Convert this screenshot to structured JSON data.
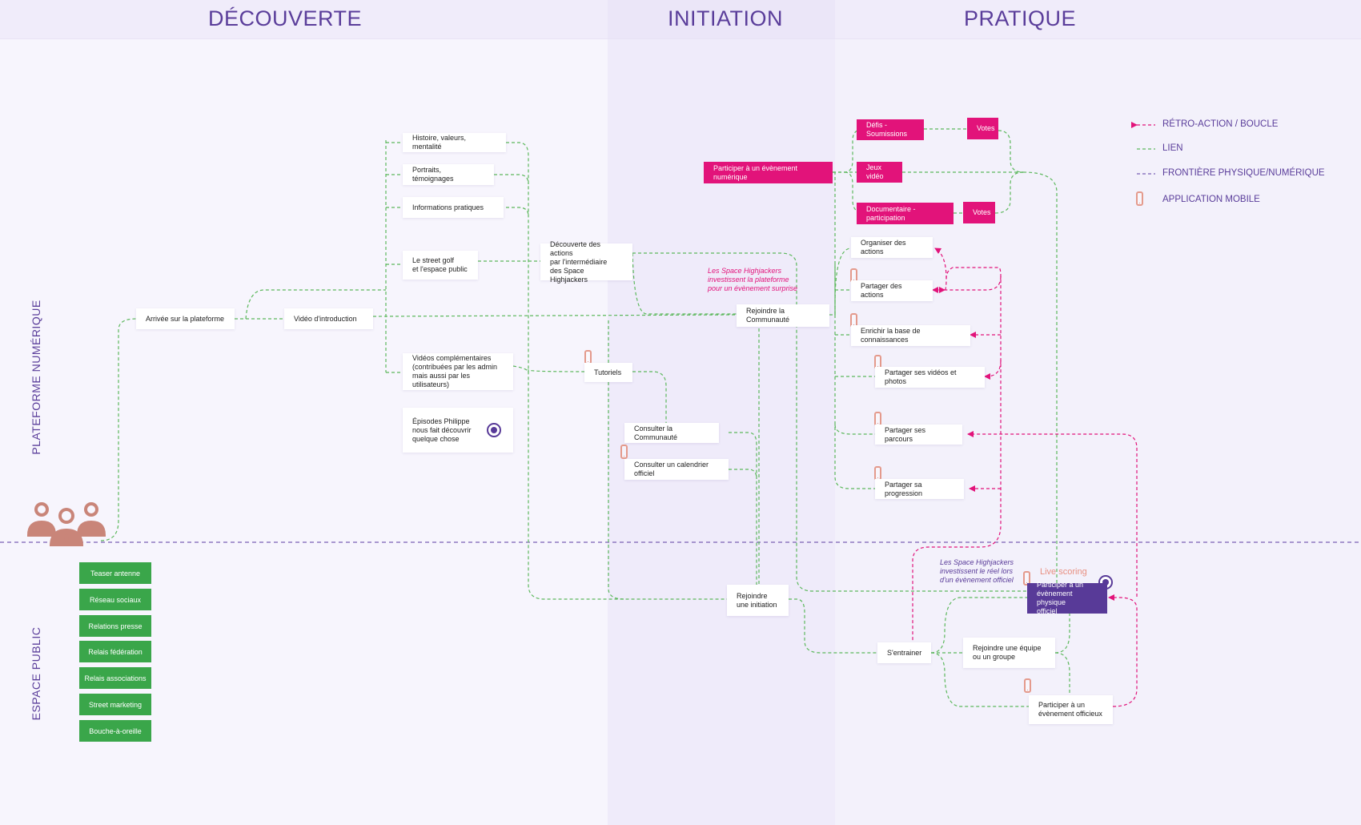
{
  "phases": {
    "decouverte": "DÉCOUVERTE",
    "initiation": "INITIATION",
    "pratique": "PRATIQUE"
  },
  "sides": {
    "numerique": "PLATEFORME NUMÉRIQUE",
    "public": "ESPACE PUBLIC"
  },
  "legend": {
    "retro": "RÉTRO-ACTION / BOUCLE",
    "lien": "LIEN",
    "frontiere": "FRONTIÈRE PHYSIQUE/NUMÉRIQUE",
    "mobile": "APPLICATION MOBILE"
  },
  "colors": {
    "purple": "#583a98",
    "magenta": "#e2137a",
    "green": "#3aa64a",
    "link": "#5cb85c",
    "bg": "#f7f5fd"
  },
  "nodes": {
    "arrivee": "Arrivée sur la plateforme",
    "video_intro": "Vidéo d'introduction",
    "histoire": "Histoire, valeurs, mentalité",
    "portraits": "Portraits, témoignages",
    "infos": "Informations pratiques",
    "street_golf": "Le street golf\net l'espace public",
    "videos_comp": "Vidéos complémentaires\n(contribuées par les admin\nmais aussi par les utilisateurs)",
    "episodes": "Épisodes Philippe\nnous fait découvrir\nquelque chose",
    "decouverte_actions": "Découverte des actions\npar l'intermédiaire\ndes Space Highjackers",
    "tutoriels": "Tutoriels",
    "consulter_comm": "Consulter la Communauté",
    "consulter_cal": "Consulter un calendrier officiel",
    "rejoindre_init": "Rejoindre\nune initiation",
    "rejoindre_comm": "Rejoindre la Communauté",
    "participer_num": "Participer à un évènement numérique",
    "defis": "Défis - Soumissions",
    "votes1": "Votes",
    "jeux_video": "Jeux vidéo",
    "documentaire": "Documentaire - participation",
    "votes2": "Votes",
    "organiser": "Organiser des actions",
    "partager_actions": "Partager des actions",
    "enrichir": "Enrichir la base de connaissances",
    "partager_videos": "Partager ses vidéos et photos",
    "partager_parcours": "Partager ses parcours",
    "partager_progression": "Partager sa progression",
    "participer_officiel": "Participer à un\névènement physique\nofficiel",
    "sentrainer": "S'entrainer",
    "rejoindre_equipe": "Rejoindre une équipe\nou un groupe",
    "participer_officieux": "Participer à un\névènement officieux"
  },
  "notes": {
    "surprise": "Les Space Highjackers\ninvestissent la plateforme\npour un évènement surprise",
    "reel": "Les Space Highjackers\ninvestissent le réel lors\nd'un évènement officiel",
    "live": "Live scoring"
  },
  "canaux": [
    "Teaser antenne",
    "Réseau sociaux",
    "Relations presse",
    "Relais fédération",
    "Relais associations",
    "Street marketing",
    "Bouche-à-oreille"
  ]
}
